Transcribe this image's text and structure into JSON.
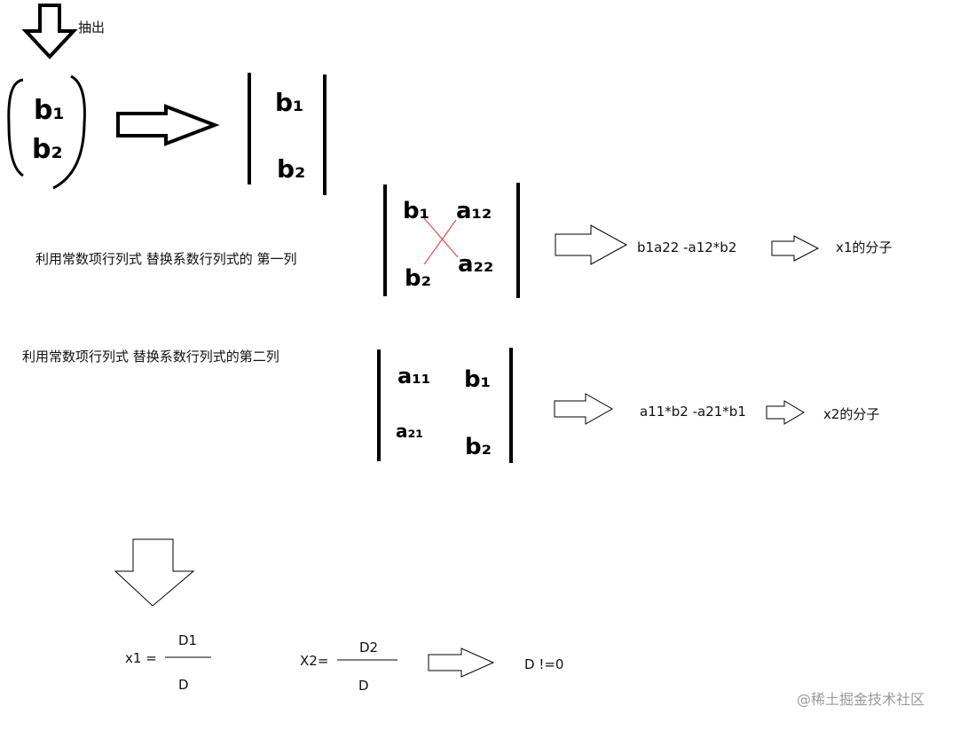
{
  "labels": {
    "extract": "抽出",
    "replace_first_col": "利用常数项行列式 替换系数行列式的 第一列",
    "replace_second_col": "利用常数项行列式 替换系数行列式的第二列",
    "x1_numerator_expr": "b1a22 -a12*b2",
    "x1_numerator_name": "x1的分子",
    "x2_numerator_expr": "a11*b2 -a21*b1",
    "x2_numerator_name": "x2的分子",
    "x1_lhs": "x1 =",
    "x1_num": "D1",
    "x1_den": "D",
    "x2_lhs": "X2=",
    "x2_num": "D2",
    "x2_den": "D",
    "condition": "D !=0",
    "watermark": "@稀土掘金技术社区"
  },
  "handwritten": {
    "vector_top": "b₁",
    "vector_bottom": "b₂",
    "det1_top": "b₁",
    "det1_bottom": "b₂",
    "det2_b1": "b₁",
    "det2_b2": "b₂",
    "det2_a12": "a₁₂",
    "det2_a22": "a₂₂",
    "det3_a11": "a₁₁",
    "det3_a21": "a₂₁",
    "det3_b1": "b₁",
    "det3_b2": "b₂"
  },
  "colors": {
    "ink": "#000000",
    "cross_line": "#e05050",
    "watermark": "#9a9a9a"
  }
}
